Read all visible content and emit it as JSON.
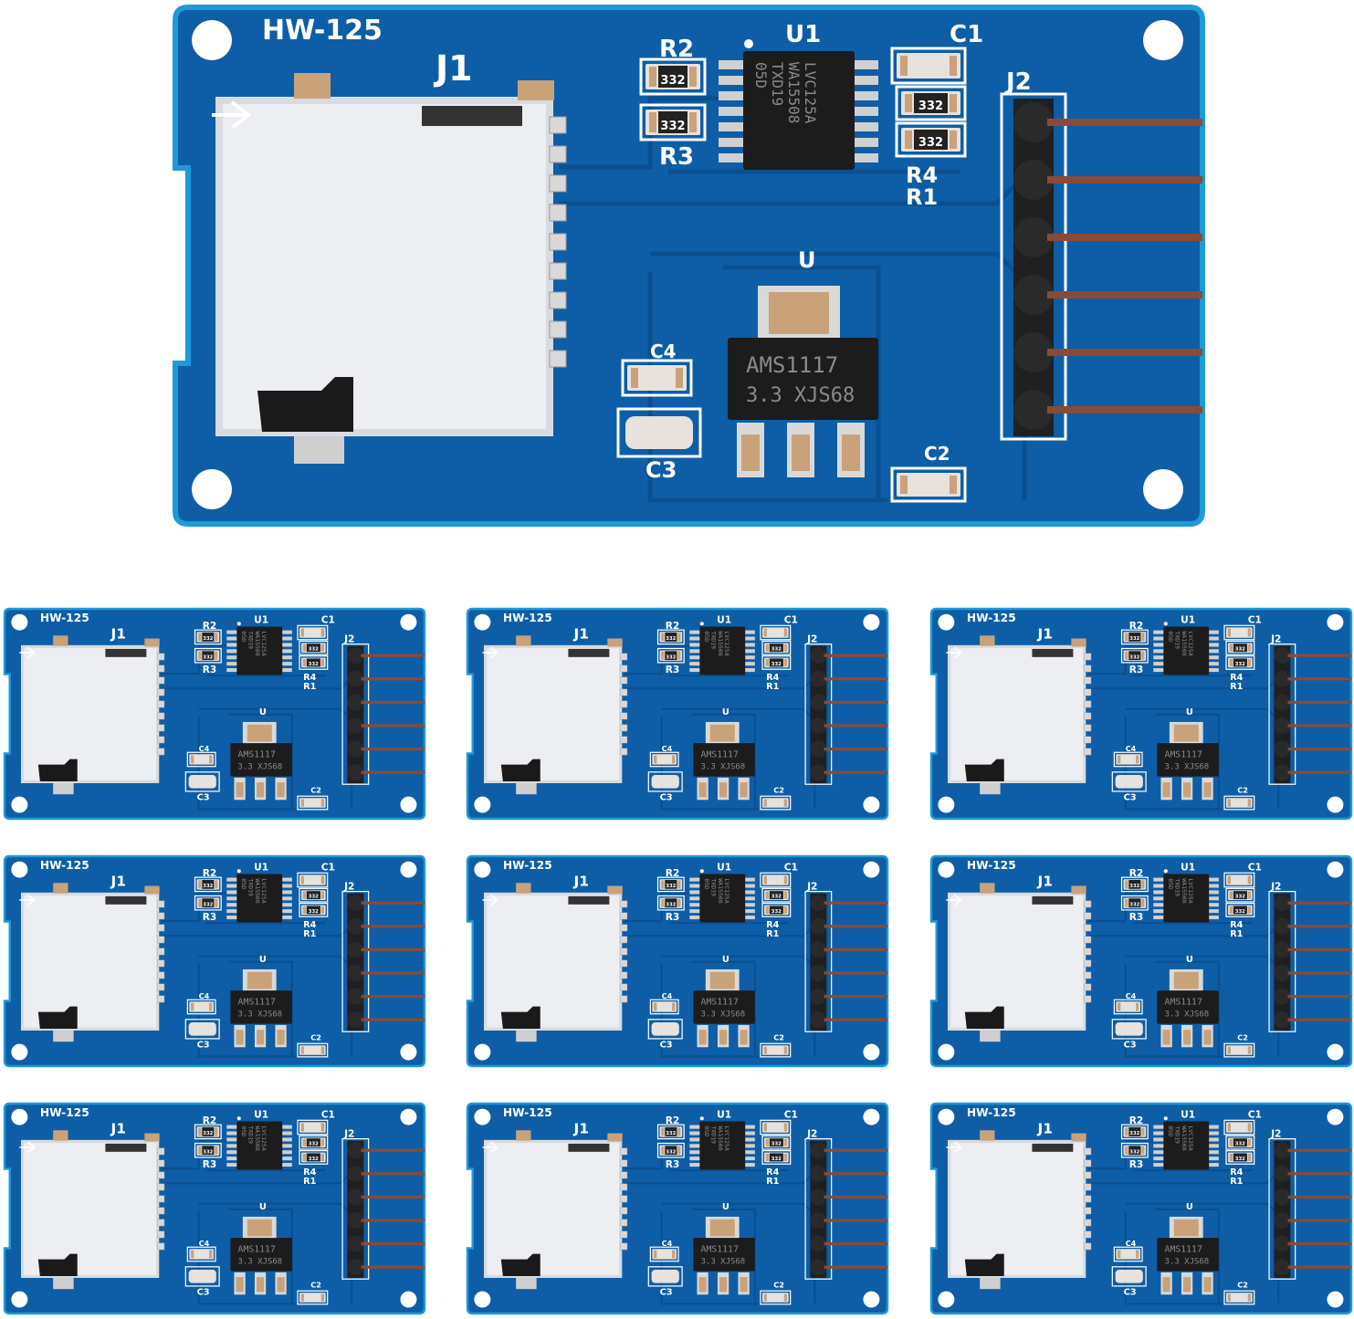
{
  "board": {
    "model": "HW-125",
    "labels": {
      "j1": "J1",
      "j2": "J2",
      "u1": "U1",
      "u": "U",
      "r1": "R1",
      "r2": "R2",
      "r3": "R3",
      "r4": "R4",
      "c1": "C1",
      "c2": "C2",
      "c3": "C3",
      "c4": "C4"
    },
    "resistor_code": "332",
    "r4_code": "332",
    "r1_code": "332",
    "u1_marking": [
      "LVC125A",
      "WA15508",
      "TXD19",
      "05D"
    ],
    "regulator_marking": [
      "AMS1117",
      "3.3 XJS68"
    ],
    "pin_count": 6
  },
  "colors": {
    "pcb": "#0d5ea6",
    "pcb_edge": "#1d9ad8",
    "trace": "#0a4f90",
    "silkscreen": "#ffffff",
    "card_slot": "#d8dbe0",
    "chip": "#1c1c1c",
    "pin": "#8a4a35",
    "solder": "#c9a27a"
  },
  "layout": {
    "large_boards": 1,
    "small_boards_grid": [
      3,
      3
    ]
  }
}
